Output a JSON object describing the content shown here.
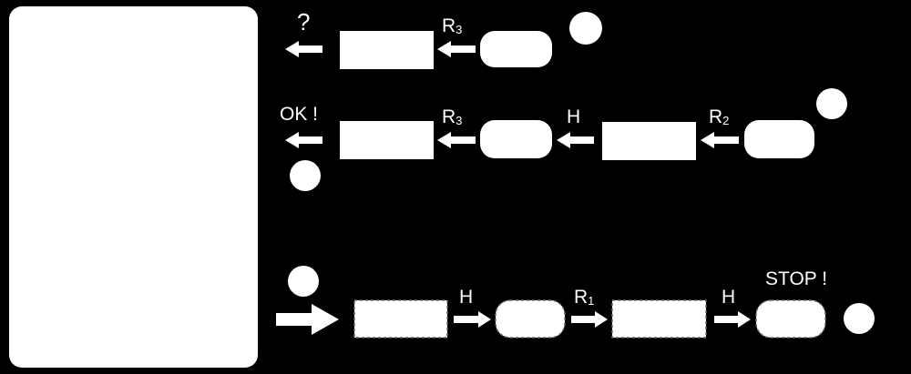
{
  "row1": {
    "output_label": "?",
    "arrow1_label": "R",
    "arrow1_sub": "3"
  },
  "row2": {
    "output_label": "OK !",
    "arrow1_label": "R",
    "arrow1_sub": "3",
    "arrow2_label": "H",
    "arrow3_label": "R",
    "arrow3_sub": "2"
  },
  "row3": {
    "arrow1_label": "H",
    "arrow2_label": "R",
    "arrow2_sub": "1",
    "arrow3_label": "H",
    "end_label": "STOP !"
  },
  "colors": {
    "background": "#000000",
    "foreground": "#ffffff",
    "dashed_outline": "#6a6a6a"
  }
}
